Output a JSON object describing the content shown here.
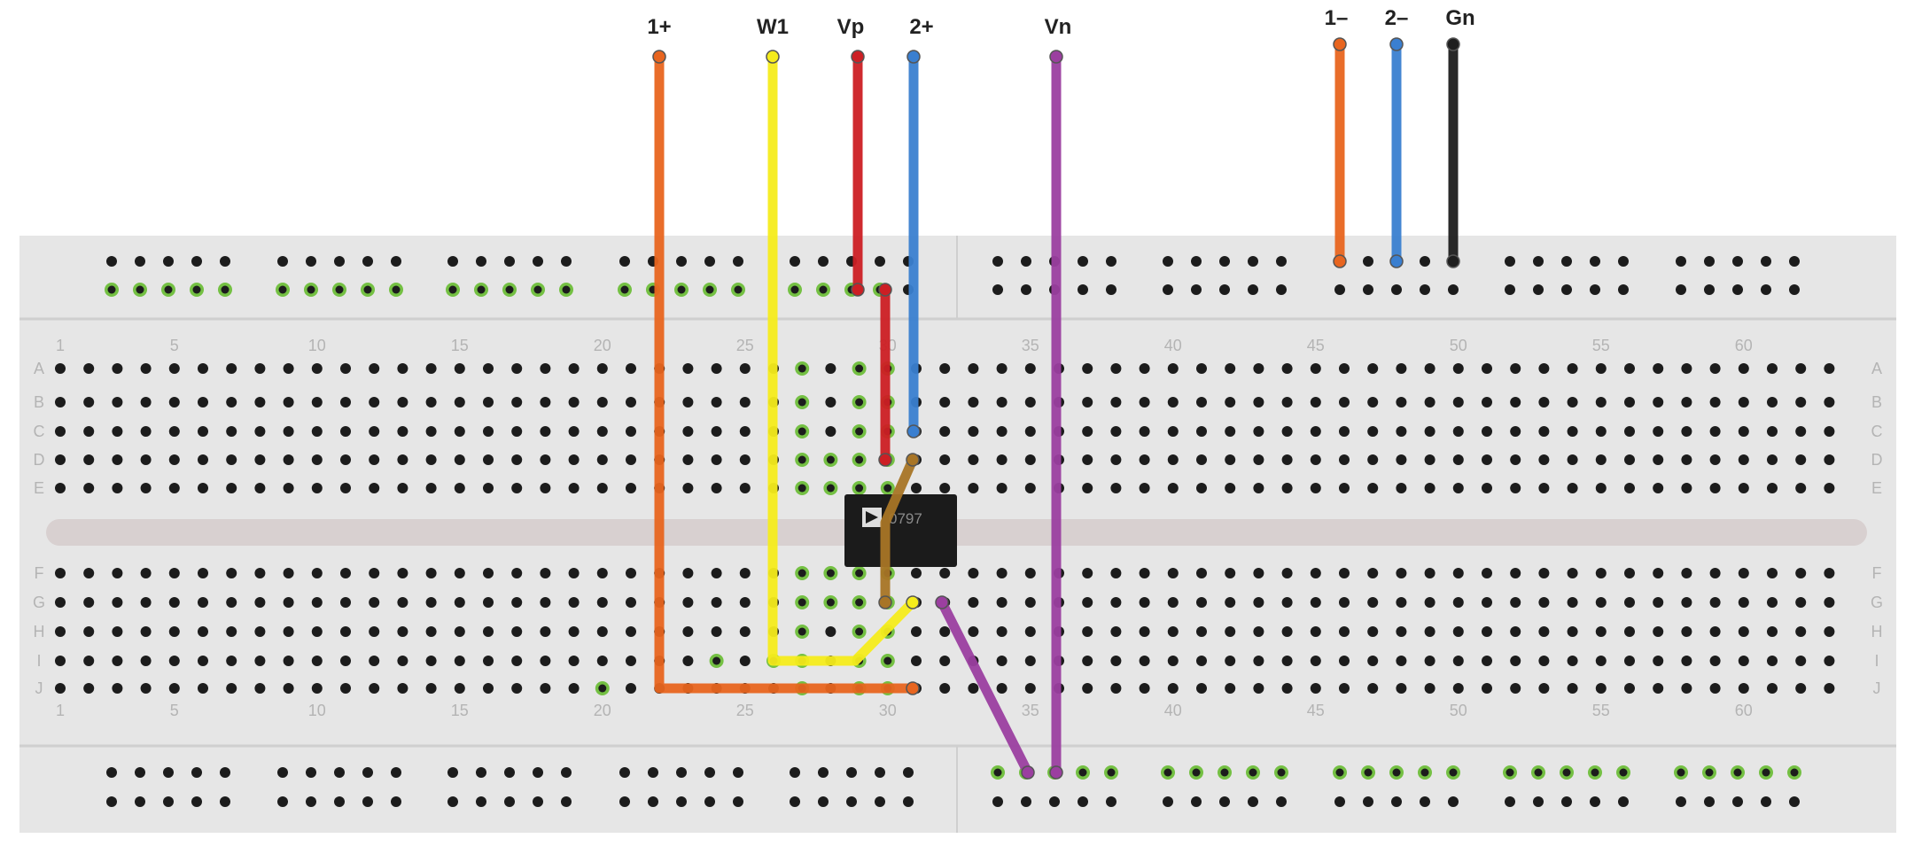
{
  "wire_labels": {
    "pos1": "1+",
    "w1": "W1",
    "vp": "Vp",
    "pos2": "2+",
    "vn": "Vn",
    "neg1": "1–",
    "neg2": "2–",
    "gnd": "Gn"
  },
  "column_numbers": [
    "1",
    "5",
    "10",
    "15",
    "20",
    "25",
    "30",
    "35",
    "40",
    "45",
    "50",
    "55",
    "60"
  ],
  "row_letters_top": [
    "A",
    "B",
    "C",
    "D",
    "E"
  ],
  "row_letters_bottom": [
    "F",
    "G",
    "H",
    "I",
    "J"
  ],
  "chip": {
    "logo": "logo-icon",
    "part_text": "0797"
  },
  "colors": {
    "orange": "#e8651f",
    "yellow": "#f5ec1c",
    "red": "#cc1f24",
    "blue": "#3a7fd0",
    "purple": "#9b3fa0",
    "black": "#1e1e1e",
    "brown": "#a87526",
    "board": "#e6e6e6",
    "active_hole": "#74c043"
  }
}
